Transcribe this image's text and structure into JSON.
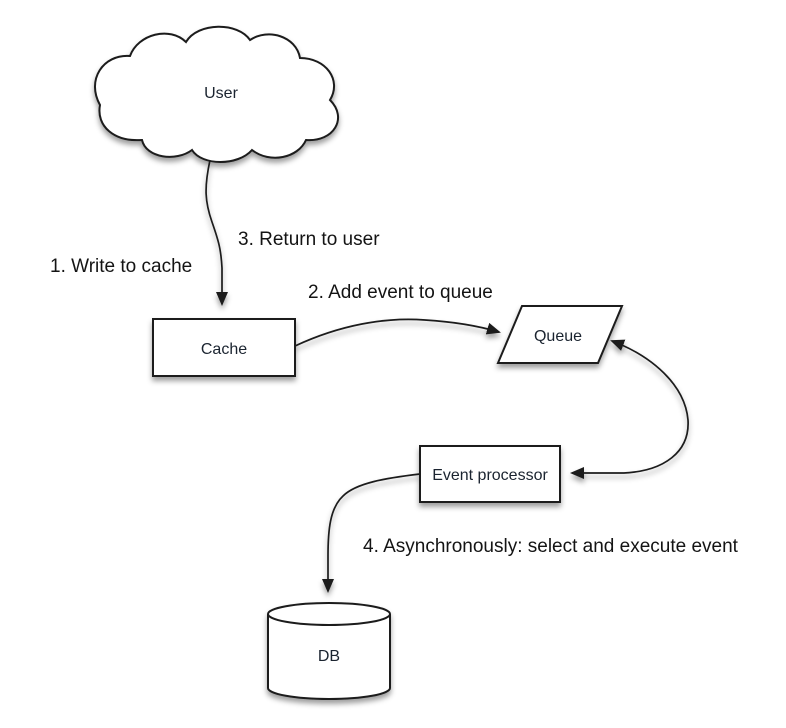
{
  "diagram": {
    "background_color": "#ffffff",
    "shape_fill_color": "#ffffff",
    "line_color": "#1b1b1b",
    "text_color": "#141414",
    "nodes": {
      "user": {
        "label": "User",
        "shape": "cloud"
      },
      "cache": {
        "label": "Cache",
        "shape": "rectangle"
      },
      "queue": {
        "label": "Queue",
        "shape": "parallelogram"
      },
      "event_processor": {
        "label": "Event processor",
        "shape": "rectangle"
      },
      "db": {
        "label": "DB",
        "shape": "cylinder"
      }
    },
    "steps": [
      {
        "label": "1. Write to cache",
        "from": "User",
        "to": "Cache"
      },
      {
        "label": "2. Add event to queue",
        "from": "Cache",
        "to": "Queue"
      },
      {
        "label": "3. Return to user",
        "from": "Cache",
        "to": "User"
      },
      {
        "label": "4. Asynchronously: select and execute event",
        "from": "Event processor",
        "to": "DB"
      }
    ],
    "edges": [
      {
        "from": "user",
        "to": "cache",
        "arrow": "single"
      },
      {
        "from": "cache",
        "to": "queue",
        "arrow": "single"
      },
      {
        "from": "queue",
        "to": "event_processor",
        "arrow": "double"
      },
      {
        "from": "event_processor",
        "to": "db",
        "arrow": "single"
      }
    ]
  }
}
